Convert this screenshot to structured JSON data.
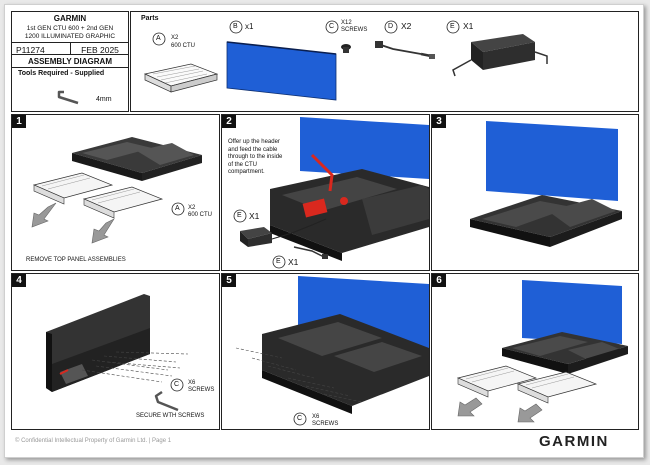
{
  "title_block": {
    "brand": "GARMIN",
    "product_line1": "1st GEN CTU 600 + 2nd GEN",
    "product_line2": "1200 ILLUMINATED GRAPHIC",
    "part_number": "P11274",
    "date": "FEB 2025",
    "doc_title": "ASSEMBLY DIAGRAM",
    "tools_heading": "Tools Required - Supplied",
    "tool_size": "4mm"
  },
  "parts": {
    "heading": "Parts",
    "items": [
      {
        "letter": "A",
        "qty": "X2",
        "desc": "600 CTU"
      },
      {
        "letter": "B",
        "qty": "x1",
        "desc": ""
      },
      {
        "letter": "C",
        "qty": "X12",
        "desc": "SCREWS"
      },
      {
        "letter": "D",
        "qty": "X2",
        "desc": ""
      },
      {
        "letter": "E",
        "qty": "X1",
        "desc": ""
      }
    ]
  },
  "steps": {
    "s1": {
      "number": "1",
      "part_letter": "A",
      "part_qty": "X2",
      "part_desc": "600 CTU",
      "caption": "REMOVE TOP PANEL ASSEMBLIES"
    },
    "s2": {
      "number": "2",
      "instruction": [
        "Offer up the header",
        "and feed the cable",
        "through to the inside",
        "of the CTU",
        "compartment."
      ],
      "e_letter": "E",
      "e_qty": "X1",
      "d_letter": "E",
      "d_qty": "X1"
    },
    "s3": {
      "number": "3"
    },
    "s4": {
      "number": "4",
      "part_letter": "C",
      "part_qty": "X6",
      "part_desc": "SCREWS",
      "caption": "SECURE WTH SCREWS"
    },
    "s5": {
      "number": "5",
      "part_letter": "C",
      "part_qty": "X6",
      "part_desc": "SCREWS"
    },
    "s6": {
      "number": "6"
    }
  },
  "footer": {
    "confidential": "© Confidential Intellectual Property of Garmin Ltd. | Page 1",
    "logo": "GARMIN"
  },
  "colors": {
    "panel_blue": "#1f5fd6",
    "frame": "#222222",
    "red": "#d9281e"
  }
}
